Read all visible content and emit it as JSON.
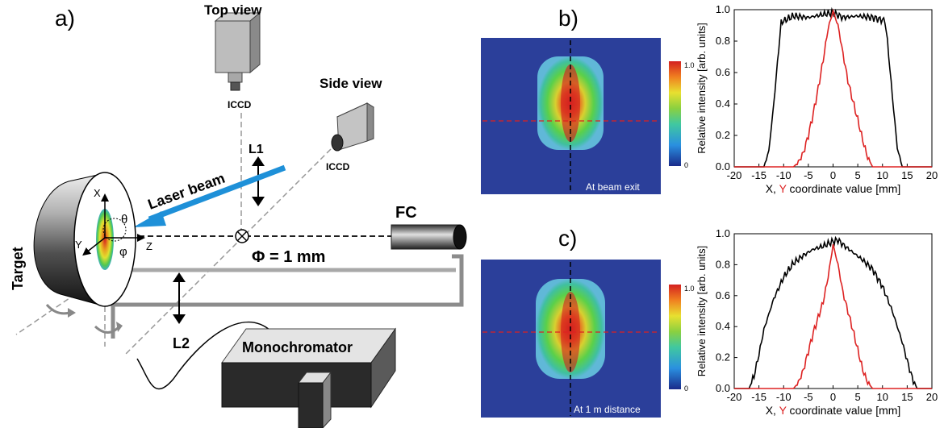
{
  "setup": {
    "panel_label": "a)",
    "top_view": "Top view",
    "side_view": "Side view",
    "iccd_top": "ICCD",
    "iccd_side": "ICCD",
    "l1": "L1",
    "l2": "L2",
    "laser_beam": "Laser beam",
    "fc": "FC",
    "target": "Target",
    "diameter": "Φ = 1 mm",
    "monochromator": "Monochromator",
    "axis_x": "X",
    "axis_y": "Y",
    "axis_z": "Z",
    "theta": "θ",
    "phi": "φ"
  },
  "panel_b": {
    "panel_label": "b)",
    "image_caption": "At beam exit",
    "colorbar_max": "1.0",
    "colorbar_min": "0"
  },
  "panel_c": {
    "panel_label": "c)",
    "image_caption": "At 1 m distance",
    "colorbar_max": "1.0",
    "colorbar_min": "0"
  },
  "colors": {
    "laser": "#1e90d8",
    "x_profile": "#000000",
    "y_profile": "#dd2222",
    "map_background": "#2b3f9a"
  },
  "chart_data": [
    {
      "type": "line",
      "title": "",
      "xlabel_parts": [
        "X, ",
        "Y",
        " coordinate value [mm]"
      ],
      "ylabel": "Relative intensity [arb. units]",
      "xlim": [
        -20,
        20
      ],
      "ylim": [
        0.0,
        1.0
      ],
      "xticks": [
        -20,
        -15,
        -10,
        -5,
        0,
        5,
        10,
        15,
        20
      ],
      "yticks": [
        "0.0",
        "0.2",
        "0.4",
        "0.6",
        "0.8",
        "1.0"
      ],
      "grid": false,
      "series": [
        {
          "color": "#000000",
          "x": [
            -20,
            -14,
            -13,
            -12,
            -11,
            -10.5,
            -8,
            -5,
            -2,
            0,
            2,
            5,
            8,
            10.5,
            11,
            12,
            13,
            14,
            20
          ],
          "y": [
            0.0,
            0.0,
            0.1,
            0.4,
            0.75,
            0.92,
            0.96,
            0.95,
            0.97,
            0.98,
            0.95,
            0.96,
            0.95,
            0.93,
            0.8,
            0.45,
            0.12,
            0.0,
            0.0
          ]
        },
        {
          "color": "#dd2222",
          "x": [
            -20,
            -8,
            -7,
            -6,
            -5,
            -4,
            -3,
            -2,
            -1,
            0,
            1,
            2,
            3,
            4,
            5,
            6,
            7,
            8,
            20
          ],
          "y": [
            0.0,
            0.0,
            0.03,
            0.09,
            0.2,
            0.34,
            0.5,
            0.68,
            0.88,
            0.99,
            0.9,
            0.72,
            0.55,
            0.42,
            0.3,
            0.17,
            0.06,
            0.0,
            0.0
          ]
        }
      ]
    },
    {
      "type": "line",
      "title": "",
      "xlabel_parts": [
        "X, ",
        "Y",
        " coordinate value [mm]"
      ],
      "ylabel": "Relative intensity [arb. units]",
      "xlim": [
        -20,
        20
      ],
      "ylim": [
        0.0,
        1.0
      ],
      "xticks": [
        -20,
        -15,
        -10,
        -5,
        0,
        5,
        10,
        15,
        20
      ],
      "yticks": [
        "0.0",
        "0.2",
        "0.4",
        "0.6",
        "0.8",
        "1.0"
      ],
      "grid": false,
      "series": [
        {
          "color": "#000000",
          "x": [
            -20,
            -17,
            -16,
            -15,
            -14,
            -12,
            -10,
            -8,
            -6,
            -4,
            -2,
            0,
            1,
            2,
            4,
            6,
            8,
            10,
            12,
            14,
            15,
            16,
            17,
            20
          ],
          "y": [
            0.0,
            0.0,
            0.08,
            0.22,
            0.38,
            0.58,
            0.72,
            0.81,
            0.86,
            0.9,
            0.92,
            0.95,
            0.96,
            0.93,
            0.88,
            0.83,
            0.77,
            0.66,
            0.5,
            0.3,
            0.18,
            0.07,
            0.0,
            0.0
          ]
        },
        {
          "color": "#dd2222",
          "x": [
            -20,
            -8,
            -7,
            -6,
            -5,
            -4,
            -3,
            -2,
            -1,
            0,
            1,
            2,
            3,
            4,
            5,
            6,
            7,
            8,
            20
          ],
          "y": [
            0.0,
            0.0,
            0.04,
            0.12,
            0.24,
            0.36,
            0.46,
            0.56,
            0.72,
            0.93,
            0.8,
            0.62,
            0.5,
            0.38,
            0.25,
            0.12,
            0.04,
            0.0,
            0.0
          ]
        }
      ]
    }
  ]
}
